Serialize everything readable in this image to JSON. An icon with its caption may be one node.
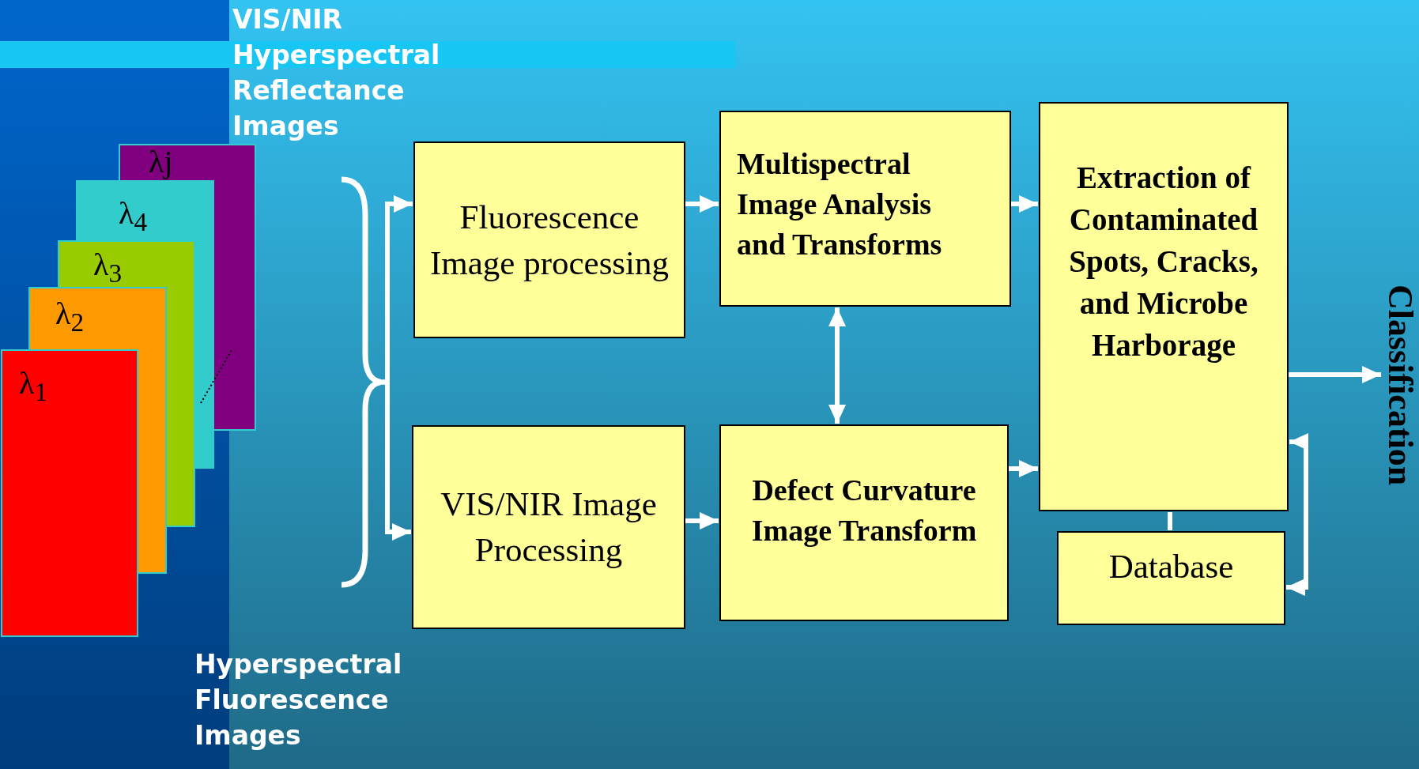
{
  "diagram": {
    "nodes": [
      {
        "text": [],
        "shape": "brace"
      },
      {
        "text": [
          "Fluorescence Image processing"
        ]
      },
      {
        "text": [
          "VIS/NIR Image Processing"
        ]
      },
      {
        "text": [
          "Multispectral Image Analysis and Transforms"
        ]
      },
      {
        "text": [
          "Defect Curvature Image Transform"
        ]
      },
      {
        "text": [
          "Extraction of Contaminated Spots, Cracks, and Microbe Harborage"
        ]
      },
      {
        "text": [
          "Database"
        ]
      },
      {
        "text": [
          "Classification"
        ]
      }
    ],
    "edges": [
      {
        "from": 0,
        "to": 1,
        "arrow": "to"
      },
      {
        "from": 0,
        "to": 2,
        "arrow": "to"
      },
      {
        "from": 1,
        "to": 3,
        "arrow": "to"
      },
      {
        "from": 2,
        "to": 4,
        "arrow": "to"
      },
      {
        "from": 3,
        "to": 4,
        "arrow": "both"
      },
      {
        "from": 3,
        "to": 5,
        "arrow": "to"
      },
      {
        "from": 4,
        "to": 5,
        "arrow": "to"
      },
      {
        "from": 5,
        "to": 7,
        "arrow": "to"
      },
      {
        "from": 5,
        "to": 6,
        "arrow": "none"
      },
      {
        "from": 6,
        "to": 5,
        "arrow": "both"
      }
    ],
    "labels": [
      "VIS/NIR Hyperspectral Reflectance Images",
      "λj",
      "λ$_{4}$",
      "λ$_{3}$",
      "λ$_{2}$",
      "λ$_{1}$",
      "Hyperspectral Fluorescence Images"
    ]
  }
}
